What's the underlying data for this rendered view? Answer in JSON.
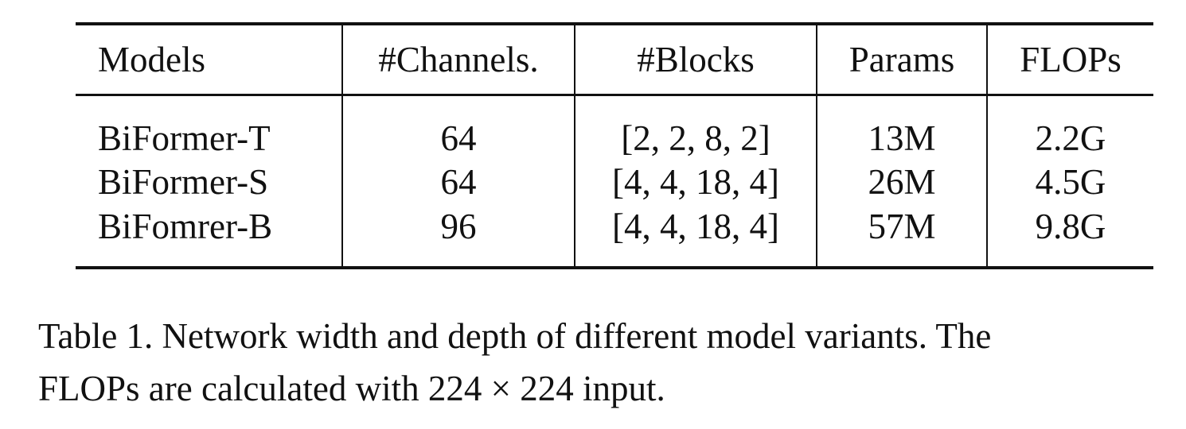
{
  "table": {
    "headers": [
      "Models",
      "#Channels.",
      "#Blocks",
      "Params",
      "FLOPs"
    ],
    "rows": [
      [
        "BiFormer-T",
        "64",
        "[2, 2, 8, 2]",
        "13M",
        "2.2G"
      ],
      [
        "BiFormer-S",
        "64",
        "[4, 4, 18, 4]",
        "26M",
        "4.5G"
      ],
      [
        "BiFomrer-B",
        "96",
        "[4, 4, 18, 4]",
        "57M",
        "9.8G"
      ]
    ]
  },
  "caption": {
    "line1": "Table 1. Network width and depth of different model variants. The",
    "line2": "FLOPs are calculated with 224 × 224 input."
  }
}
